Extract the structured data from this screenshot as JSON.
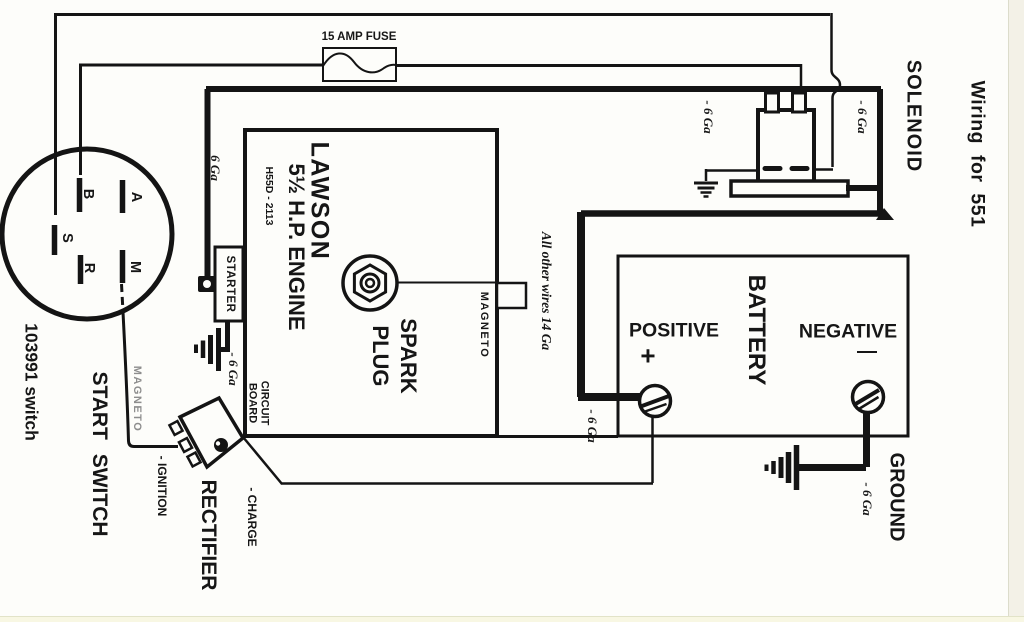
{
  "title": "Wiring for 551",
  "fuse": {
    "label": "15 AMP FUSE"
  },
  "start_switch": {
    "caption": "START SWITCH",
    "part_number": "103991 switch",
    "terminals": [
      "A",
      "B",
      "S",
      "R",
      "M"
    ],
    "magneto_wire_label": "MAGNETO"
  },
  "engine": {
    "name_line1": "LAWSON",
    "name_line2": "5½ H.P. ENGINE",
    "model": "H55D - 2113",
    "starter_label": "STARTER",
    "spark_plug_line1": "SPARK",
    "spark_plug_line2": "PLUG",
    "magneto_terminal_label": "MAGNETO",
    "circuit_board_line1": "CIRCUIT",
    "circuit_board_line2": "BOARD"
  },
  "solenoid": {
    "label": "SOLENOID"
  },
  "rectifier": {
    "label": "RECTIFIER",
    "ignition_label": "- IGNITION",
    "charge_label": "- CHARGE"
  },
  "battery": {
    "label": "BATTERY",
    "positive_label": "POSITIVE",
    "positive_symbol": "+",
    "negative_label": "NEGATIVE",
    "negative_symbol": "—",
    "ground_label": "GROUND"
  },
  "wire_gauges": {
    "starter_feed": "6 Ga",
    "starter_ground": "- 6 Ga",
    "solenoid_coil": "- 6 Ga",
    "solenoid_battery": "- 6 Ga",
    "battery_positive": "- 6 Ga",
    "battery_ground": "- 6 Ga",
    "note": "All other wires 14 Ga"
  },
  "colors": {
    "ink": "#141414",
    "muted_text": "#8d8d8d",
    "paper": "#fdfdfa",
    "scan_edge": "#f5f3e6"
  }
}
